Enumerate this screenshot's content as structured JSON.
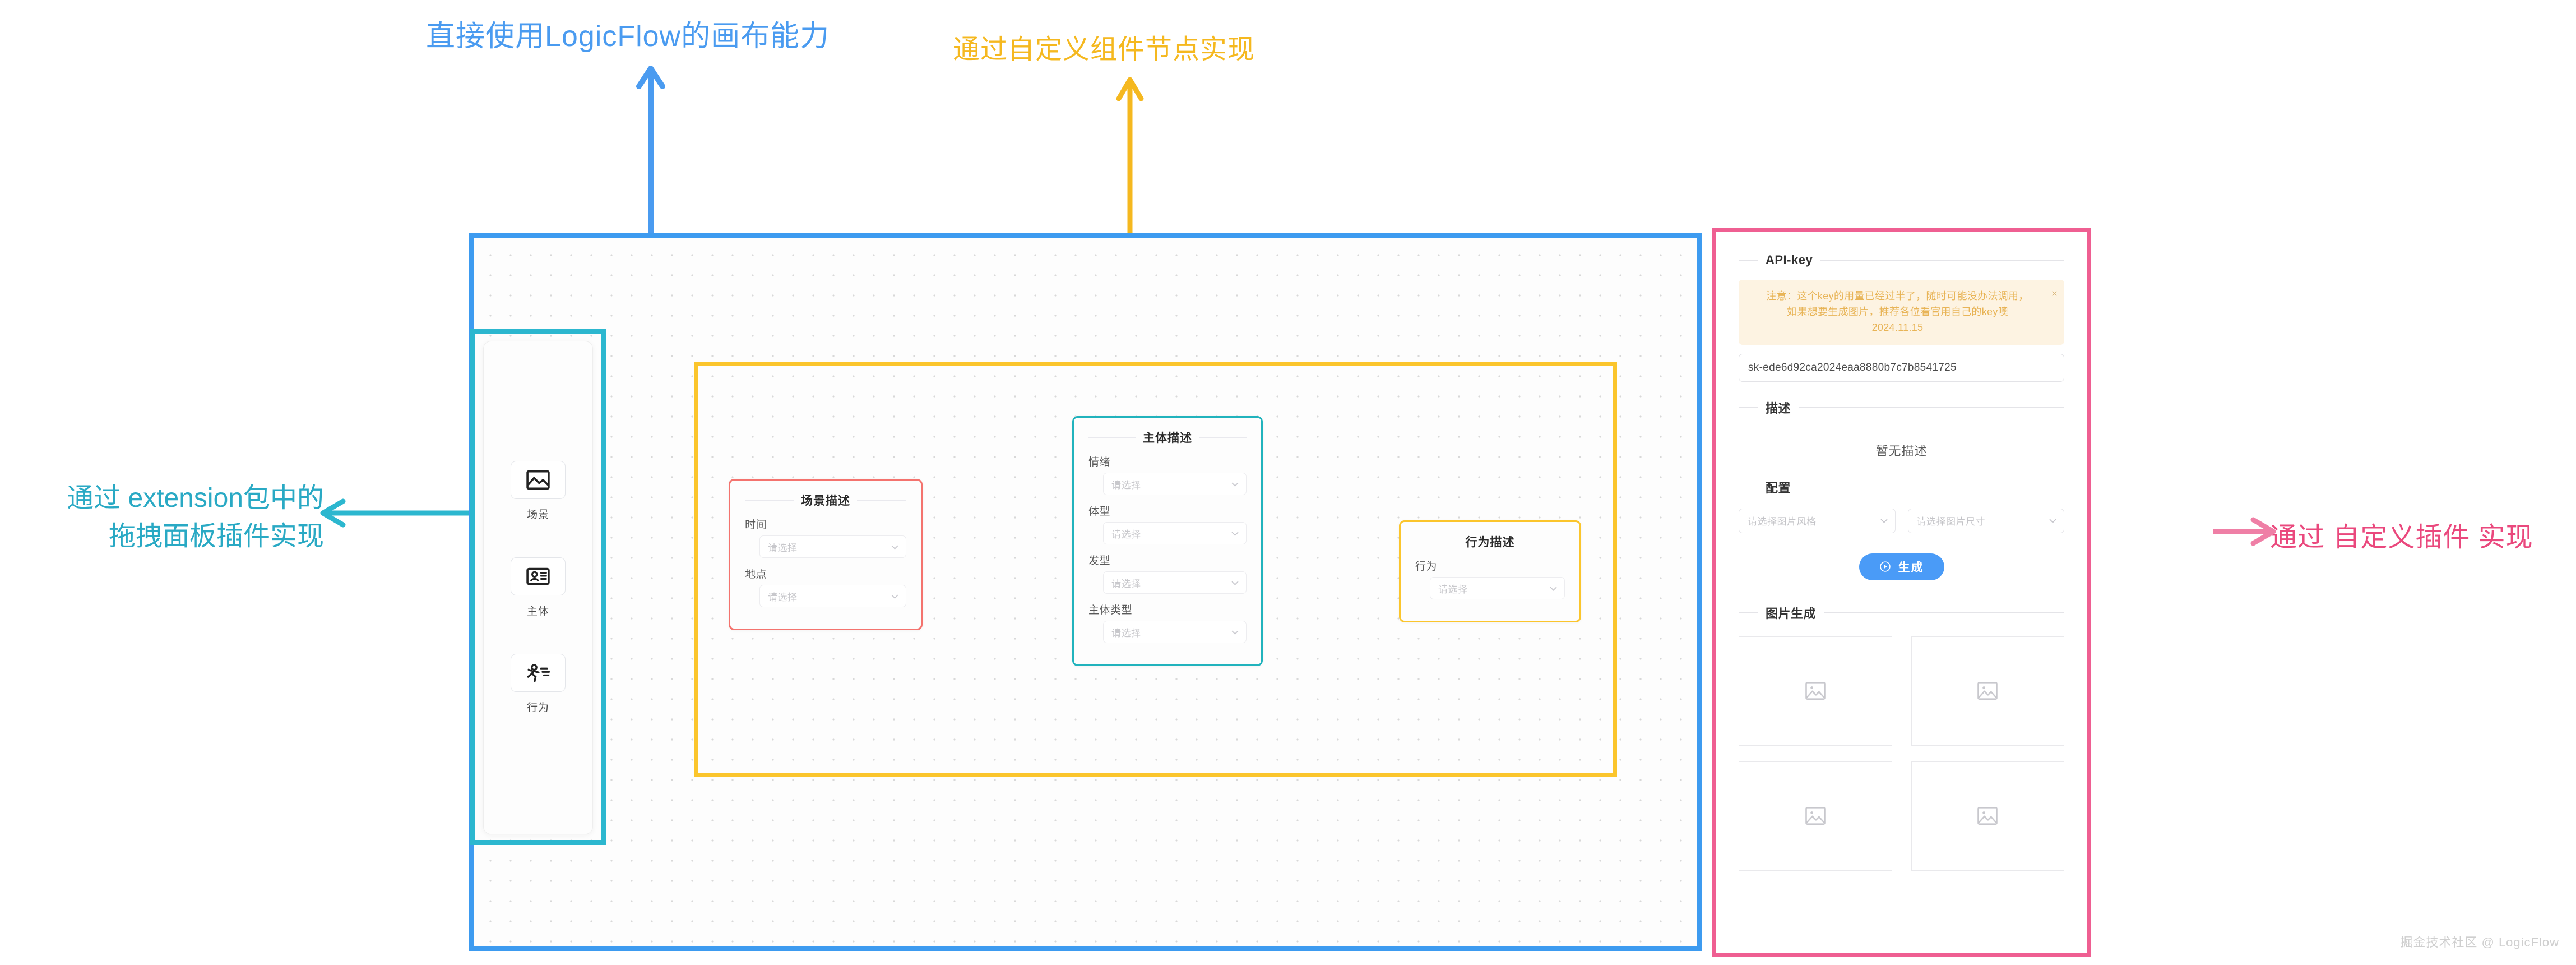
{
  "annotations": {
    "canvas_note": "直接使用LogicFlow的画布能力",
    "group_note": "通过自定义组件节点实现",
    "drag_panel_note": "通过 extension包中的\n拖拽面板插件实现",
    "right_panel_note": "通过 自定义插件 实现"
  },
  "colors": {
    "blue": "#3d9bf0",
    "yellow": "#fbc52c",
    "teal": "#2cb7cf",
    "pink": "#ef5f92",
    "red_node": "#f4736e",
    "teal_node": "#21b3bd",
    "primary_button": "#4a9bf7",
    "warning_text": "#e8b457",
    "warning_bg": "#fdf3e2"
  },
  "drag_panel": {
    "items": [
      {
        "label": "场景",
        "icon": "image-icon"
      },
      {
        "label": "主体",
        "icon": "id-card-icon"
      },
      {
        "label": "行为",
        "icon": "running-person-icon"
      }
    ]
  },
  "nodes": [
    {
      "id": "scene",
      "title": "场景描述",
      "fields": [
        {
          "label": "时间",
          "placeholder": "请选择"
        },
        {
          "label": "地点",
          "placeholder": "请选择"
        }
      ]
    },
    {
      "id": "subject",
      "title": "主体描述",
      "fields": [
        {
          "label": "情绪",
          "placeholder": "请选择"
        },
        {
          "label": "体型",
          "placeholder": "请选择"
        },
        {
          "label": "发型",
          "placeholder": "请选择"
        },
        {
          "label": "主体类型",
          "placeholder": "请选择"
        }
      ]
    },
    {
      "id": "action",
      "title": "行为描述",
      "fields": [
        {
          "label": "行为",
          "placeholder": "请选择"
        }
      ]
    }
  ],
  "right_panel": {
    "apikey": {
      "section_title": "API-key",
      "warning_line1": "注意：这个key的用量已经过半了，随时可能没办法调用，",
      "warning_line2": "如果想要生成图片，推荐各位看官用自己的key噢",
      "warning_date": "2024.11.15",
      "close_icon": "×",
      "value": "sk-ede6d92ca2024eaa8880b7c7b8541725"
    },
    "description": {
      "section_title": "描述",
      "empty_text": "暂无描述"
    },
    "config": {
      "section_title": "配置",
      "style_placeholder": "请选择图片风格",
      "size_placeholder": "请选择图片尺寸"
    },
    "generate_button": {
      "label": "生成",
      "icon": "play-circle-icon"
    },
    "image_section": {
      "section_title": "图片生成",
      "placeholders": [
        "image-placeholder-icon",
        "image-placeholder-icon",
        "image-placeholder-icon",
        "image-placeholder-icon"
      ]
    }
  },
  "watermark": "掘金技术社区 @ LogicFlow"
}
